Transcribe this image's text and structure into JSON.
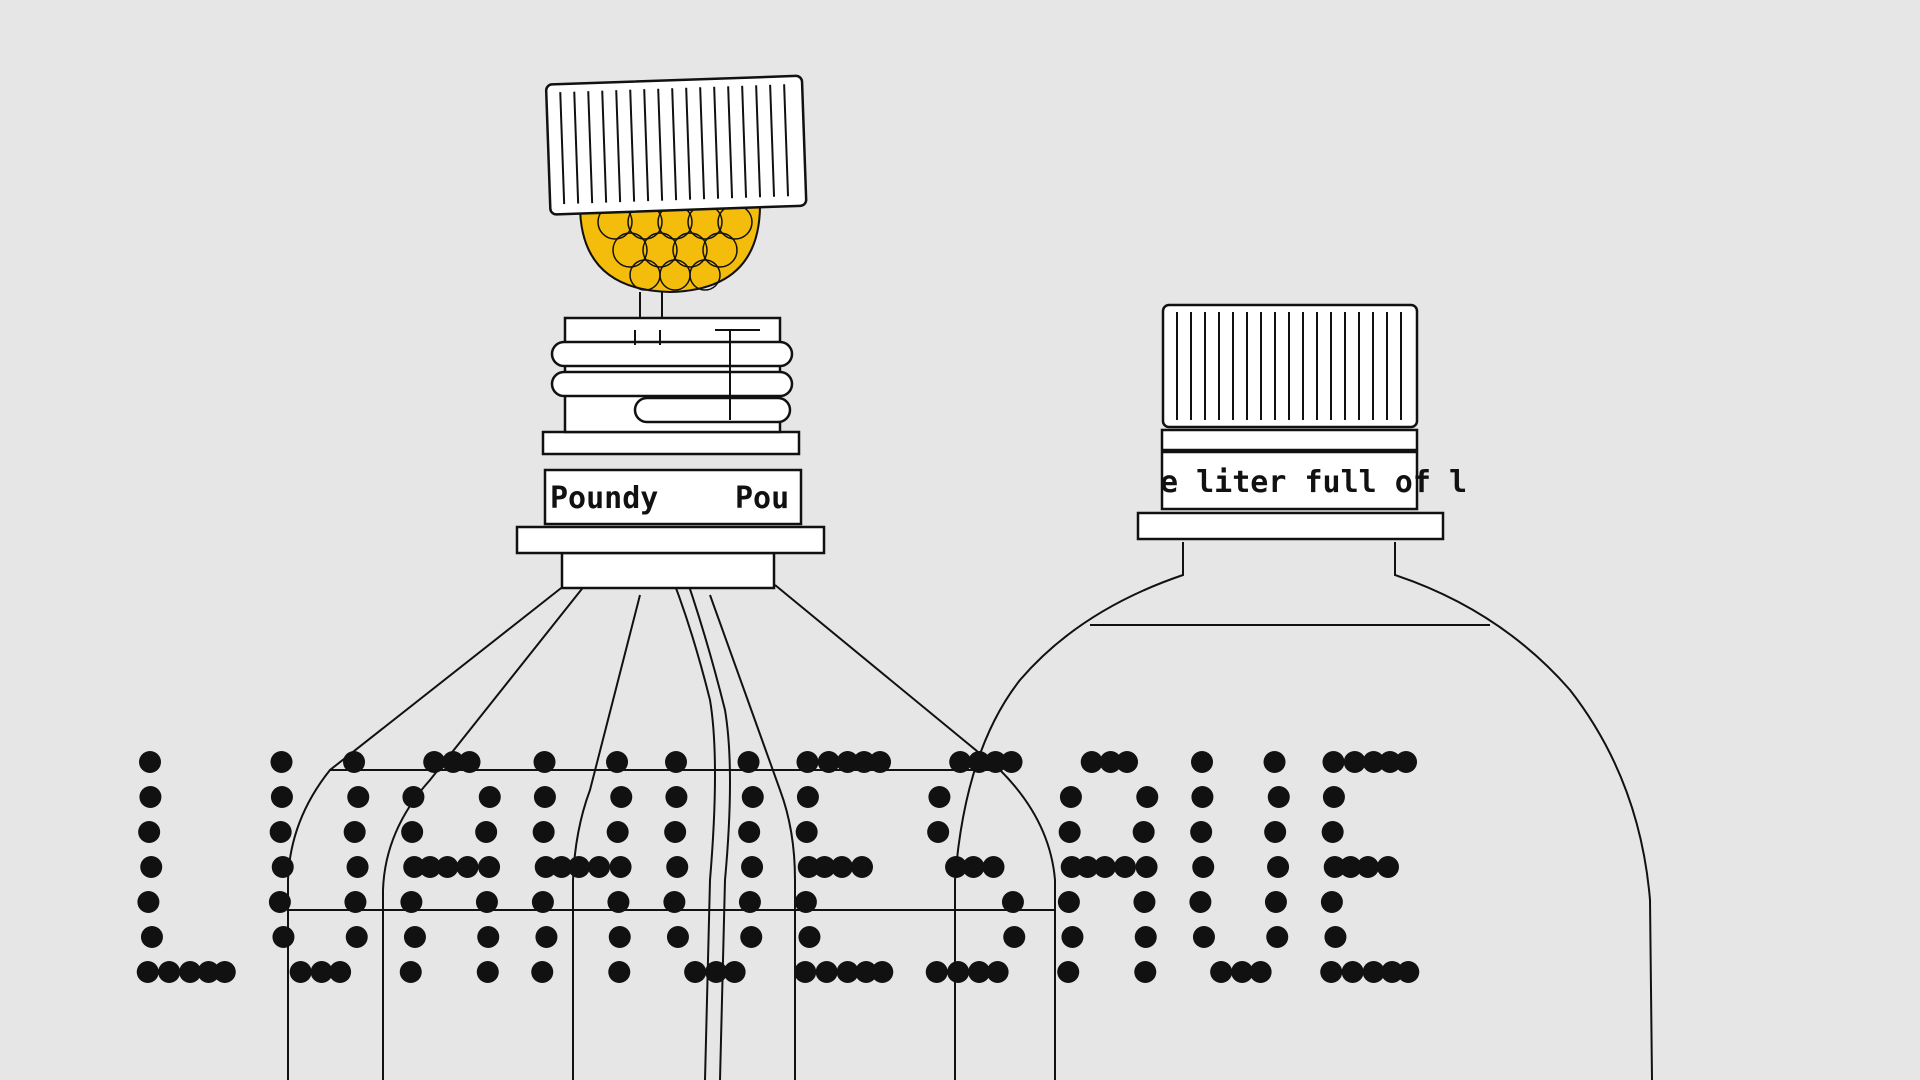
{
  "label_left_text": "Poundy",
  "label_left_text_2": "Pou",
  "label_right_text": "e liter full of l",
  "dot_text": "LUAHUE SAUE",
  "colors": {
    "background": "#e6e6e6",
    "ink": "#111111",
    "accent_yellow": "#f5bd0b",
    "cap_fill": "#ffffff"
  },
  "icons": [
    "bottle-illustration",
    "cap-icon",
    "yellow-bead-cluster"
  ]
}
